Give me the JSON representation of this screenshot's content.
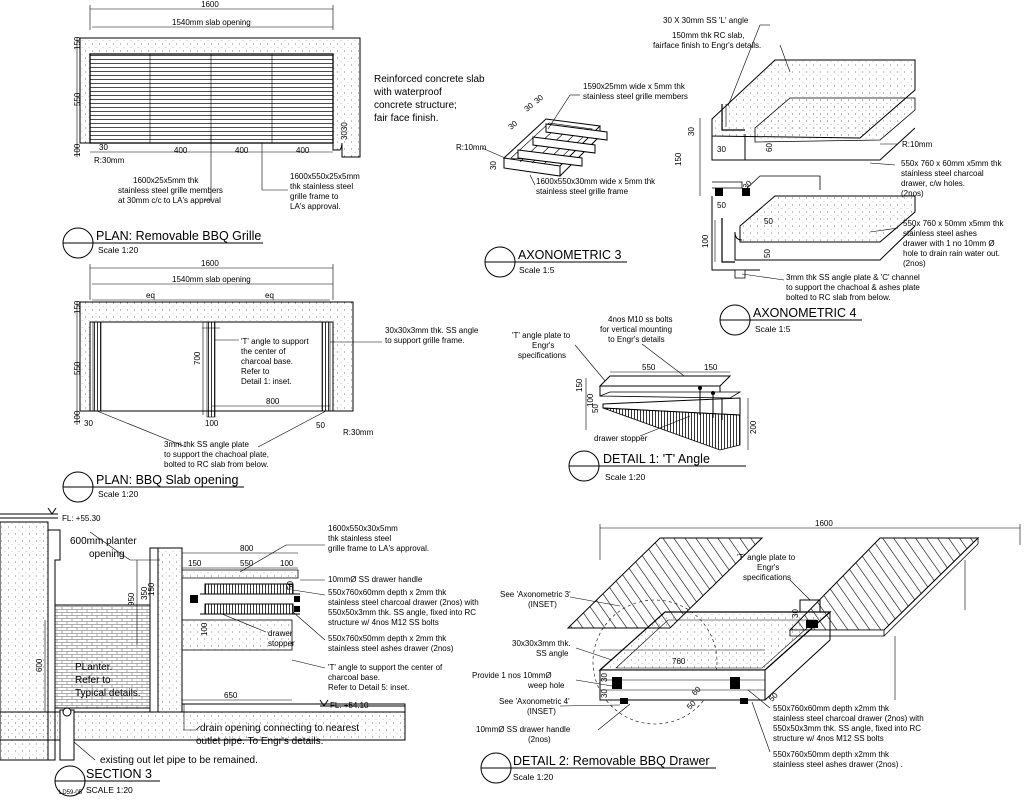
{
  "plan_grille": {
    "dim_1600": "1600",
    "dim_1540": "1540mm slab opening",
    "dim_150": "150",
    "dim_550": "550",
    "dim_100": "100",
    "dim_3030": "3030",
    "dim_30": "30",
    "dim_r30": "R:30mm",
    "dim_400a": "400",
    "dim_400b": "400",
    "dim_400c": "400",
    "slab_note_1": "Reinforced concrete  slab",
    "slab_note_2": "with waterproof",
    "slab_note_3": "concrete structure;",
    "slab_note_4": "fair face finish.",
    "members_1": "1600x25x5mm thk",
    "members_2": "stainless steel grille members",
    "members_3": "at 30mm c/c to LA's approval",
    "frame_1": "1600x550x25x5mm",
    "frame_2": "thk stainless steel",
    "frame_3": "grille frame to",
    "frame_4": "LA's approval.",
    "title": "PLAN: Removable BBQ Grille",
    "scale": "Scale 1:20"
  },
  "plan_opening": {
    "dim_1600": "1600",
    "dim_1540": "1540mm slab opening",
    "eq1": "eq",
    "eq2": "eq",
    "dim_150": "150",
    "dim_550": "550",
    "dim_700": "700",
    "dim_100": "100",
    "dim_30": "30",
    "dim_100b": "100",
    "dim_800": "800",
    "dim_50": "50",
    "dim_r30": "R:30mm",
    "angle_1": "30x30x3mm thk. SS angle",
    "angle_2": "to support grille frame.",
    "t_1": "'T' angle to support",
    "t_2": "the center of",
    "t_3": "charcoal base.",
    "t_4": "Refer to",
    "t_5": "Detail 1: inset.",
    "plate_1": "3mm thk SS angle  plate",
    "plate_2": "to support the chachoal plate,",
    "plate_3": "bolted to RC slab from below.",
    "title": "PLAN: BBQ Slab opening",
    "scale": "Scale 1:20"
  },
  "axo3": {
    "dim_30a": "30",
    "dim_30b": "30",
    "dim_30c": "30",
    "dim_30d": "30",
    "dim_r10": "R:10mm",
    "members_1": "1590x25mm wide x 5mm thk",
    "members_2": "stainless steel grille members",
    "frame_1": "1600x550x30mm wide x 5mm thk",
    "frame_2": "stainless steel grille frame",
    "title": "AXONOMETRIC 3",
    "scale": "Scale 1:5"
  },
  "axo4": {
    "l_angle": "30 X 30mm SS 'L' angle",
    "rc_1": "150mm thk RC slab,",
    "rc_2": "fairface finish to Engr's details.",
    "dim_30a": "30",
    "dim_150": "150",
    "dim_30b": "30",
    "dim_60": "60",
    "dim_50a": "50",
    "dim_50b": "50",
    "dim_30c": "30",
    "dim_100": "100",
    "dim_50c": "50",
    "dim_r10": "R:10mm",
    "charcoal_1": "550x 760 x 60mm x5mm thk",
    "charcoal_2": "stainless steel charcoal",
    "charcoal_3": "drawer, c/w holes.",
    "charcoal_4": "(2nos)",
    "ashes_1": "550x 760 x 50mm x5mm thk",
    "ashes_2": "stainless steel ashes",
    "ashes_3": "drawer with 1 no 10mm Ø",
    "ashes_4": "hole to drain rain water out.",
    "ashes_5": "(2nos)",
    "plate_1": "3mm thk SS angle  plate  & 'C' channel",
    "plate_2": "to support the chachoal  & ashes plate",
    "plate_3": "bolted to RC slab from below.",
    "title": "AXONOMETRIC 4",
    "scale": "Scale 1:5"
  },
  "detail1": {
    "bolts_1": "4nos M10 ss bolts",
    "bolts_2": "for vertical mounting",
    "bolts_3": "to Engr's details",
    "plate_1": "'T' angle plate to",
    "plate_2": "Engr's",
    "plate_3": "specifications",
    "dim_550": "550",
    "dim_150": "150",
    "dim_150v": "150",
    "dim_100": "100",
    "dim_50": "50",
    "dim_200": "200",
    "stopper": "drawer stopper",
    "title": "DETAIL 1: 'T' Angle",
    "scale": "Scale 1:20"
  },
  "section3": {
    "fl_top": "FL: +55.30",
    "planter_1": "600mm planter",
    "planter_2": "opening",
    "frame_1": "1600x550x30x5mm",
    "frame_2": "thk stainless steel",
    "frame_3": "grille frame to LA's approval.",
    "dim_800": "800",
    "dim_150": "150",
    "dim_550": "550",
    "dim_100a": "100",
    "dim_950": "950",
    "dim_350": "350",
    "dim_150v": "150",
    "dim_50": "50",
    "dim_100b": "100",
    "dim_600": "600",
    "dim_650": "650",
    "handle": "10mmØ SS drawer handle",
    "charcoal_1": "550x760x60mm depth x 2mm thk",
    "charcoal_2": "stainless steel charcoal drawer (2nos) with",
    "charcoal_3": "550x50x3mm thk.  SS angle, fixed into RC",
    "charcoal_4": "structure w/ 4nos M12 SS bolts",
    "stopper_1": "drawer",
    "stopper_2": "stopper",
    "ashes_1": "550x760x50mm depth x 2mm thk",
    "ashes_2": "stainless steel ashes drawer (2nos)",
    "t_1": "'T' angle to support  the center of",
    "t_2": "charcoal base.",
    "t_3": "Refer to  Detail 5: inset.",
    "planter_note_1": "PLanter.",
    "planter_note_2": "Refer to",
    "planter_note_3": "Typical details.",
    "fl_bottom": "FL: +54.10",
    "drain_1": "drain opening connecting to nearest",
    "drain_2": "outlet pipe. To Engr's details.",
    "pipe": "existing out let pipe to be remained.",
    "sheet_ref": "LD59-05",
    "title": "SECTION 3",
    "scale": "SCALE 1:20"
  },
  "detail2": {
    "dim_1600": "1600",
    "plate_1": "'T' angle plate to",
    "plate_2": "Engr's",
    "plate_3": "specifications",
    "see_axo3_1": "See 'Axonometric 3'",
    "see_axo3_2": "(INSET)",
    "angle_1": "30x30x3mm thk.",
    "angle_2": "SS angle",
    "weep_1": "Provide 1 nos 10mmØ",
    "weep_2": "weep hole",
    "see_axo4_1": "See 'Axonometric 4'",
    "see_axo4_2": "(INSET)",
    "handle_1": "10mmØ SS drawer handle",
    "handle_2": "(2nos)",
    "dim_760": "760",
    "dim_30a": "30",
    "dim_30b": "30",
    "dim_60": "60",
    "dim_50": "50",
    "dim_30c": "30",
    "dim_50b": "50",
    "charcoal_1": "550x760x60mm depth x2mm thk",
    "charcoal_2": "stainless steel charcoal drawer (2nos) with",
    "charcoal_3": "550x50x3mm thk.  SS angle, fixed into RC",
    "charcoal_4": "structure w/ 4nos M12 SS bolts",
    "ashes_1": "550x760x50mm depth x2mm thk",
    "ashes_2": "stainless steel ashes drawer (2nos) .",
    "title": "DETAIL 2: Removable BBQ Drawer",
    "scale": "Scale 1:20"
  }
}
